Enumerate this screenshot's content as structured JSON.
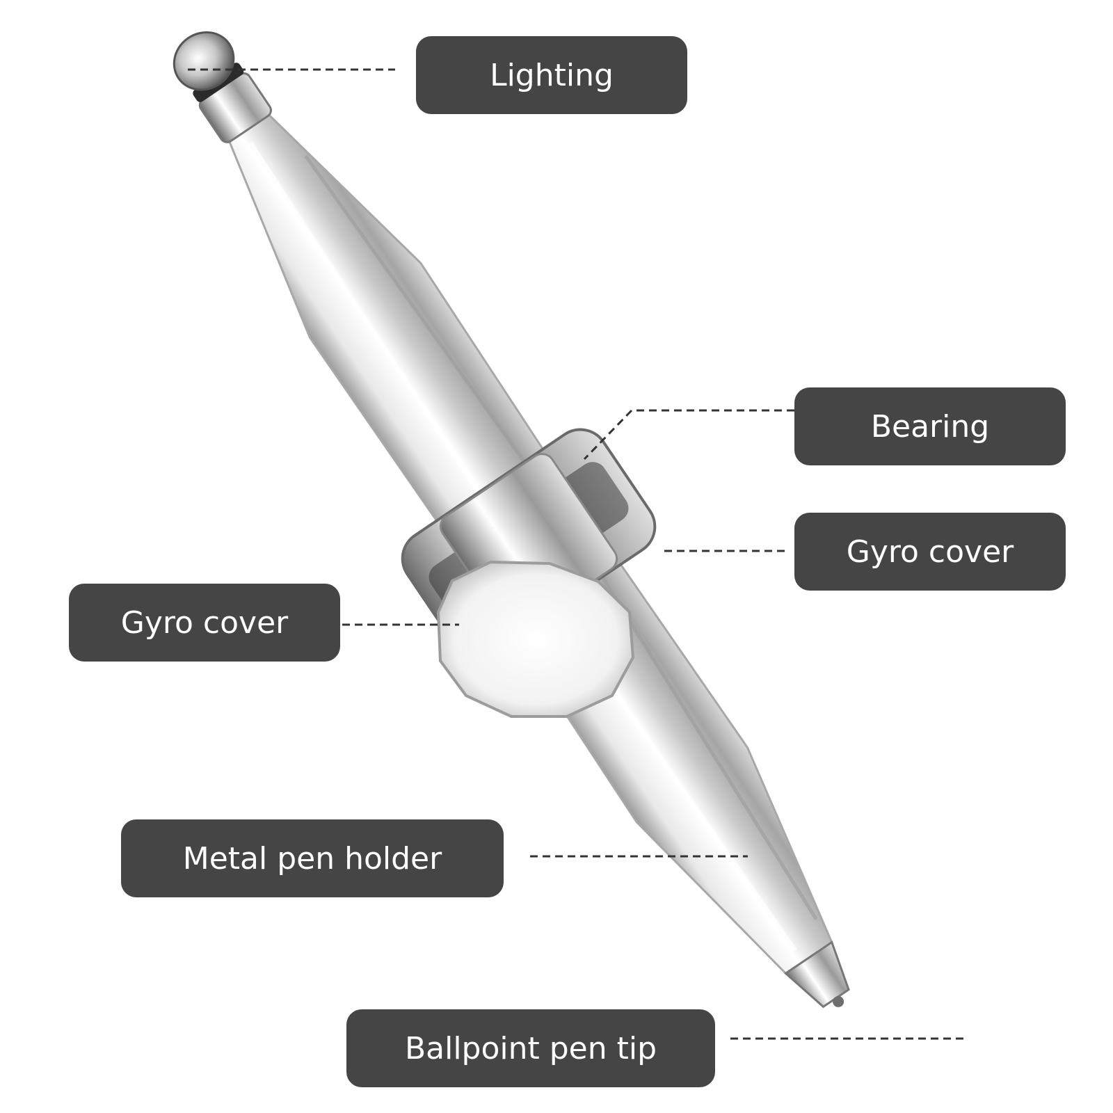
{
  "theme": {
    "label_bg": "#454545",
    "label_text": "#ffffff",
    "leader_line": "#333333",
    "metal_light": "#f4f4f4",
    "metal_mid": "#cfcfcf",
    "metal_dark": "#8f8f8f"
  },
  "labels": {
    "lighting": "Lighting",
    "bearing": "Bearing",
    "gyro_cover_right": "Gyro cover",
    "gyro_cover_left": "Gyro cover",
    "metal_pen_holder": "Metal pen holder",
    "ballpoint_pen_tip": "Ballpoint pen tip"
  }
}
